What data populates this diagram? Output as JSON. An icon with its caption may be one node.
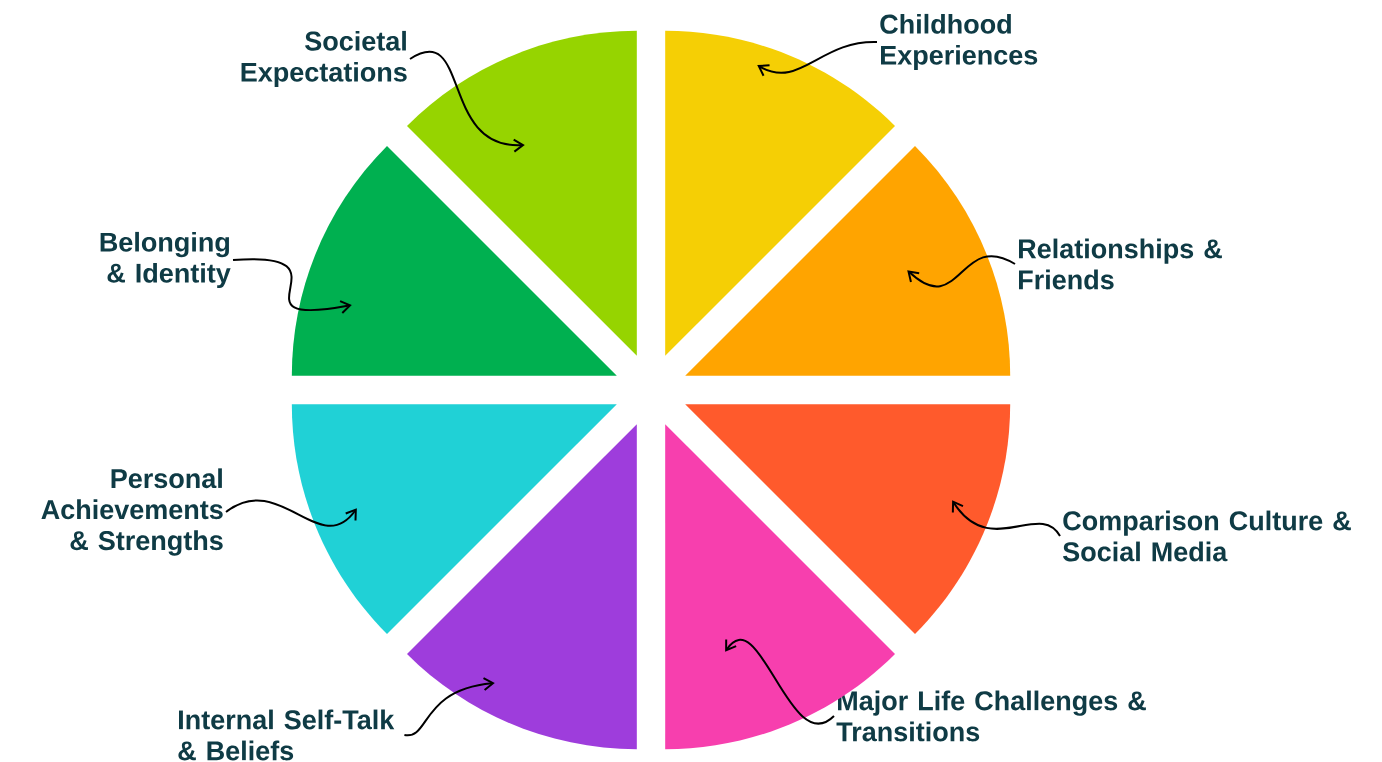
{
  "diagram": {
    "nodes": [
      {
        "text": [
          "Societal Expectations"
        ]
      },
      {
        "text": [
          "Childhood Experiences"
        ]
      },
      {
        "text": [
          "Relationships & Friends"
        ]
      },
      {
        "text": [
          "Comparison Culture & Social Media"
        ]
      },
      {
        "text": [
          "Major Life Challenges & Transitions"
        ]
      },
      {
        "text": [
          "Internal Self-Talk & Beliefs"
        ]
      },
      {
        "text": [
          "Personal Achievements & Strengths"
        ]
      },
      {
        "text": [
          "Belonging & Identity"
        ]
      },
      {
        "text": [],
        "shape": "wedge"
      },
      {
        "text": [],
        "shape": "wedge"
      },
      {
        "text": [],
        "shape": "wedge"
      },
      {
        "text": [],
        "shape": "wedge"
      },
      {
        "text": [],
        "shape": "wedge"
      },
      {
        "text": [],
        "shape": "wedge"
      },
      {
        "text": [],
        "shape": "wedge"
      },
      {
        "text": [],
        "shape": "wedge"
      }
    ],
    "edges": [
      {
        "from": 0,
        "to": 8,
        "arrow": "to"
      },
      {
        "from": 1,
        "to": 9,
        "arrow": "to"
      },
      {
        "from": 2,
        "to": 10,
        "arrow": "to"
      },
      {
        "from": 3,
        "to": 11,
        "arrow": "to"
      },
      {
        "from": 4,
        "to": 12,
        "arrow": "to"
      },
      {
        "from": 5,
        "to": 13,
        "arrow": "to"
      },
      {
        "from": 6,
        "to": 14,
        "arrow": "to"
      },
      {
        "from": 7,
        "to": 15,
        "arrow": "to"
      }
    ]
  }
}
